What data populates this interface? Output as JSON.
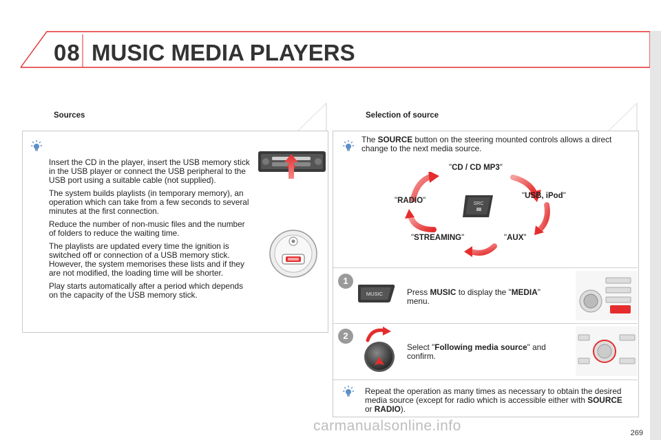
{
  "header": {
    "chapter_number": "08",
    "chapter_title": "MUSIC MEDIA PLAYERS"
  },
  "left_panel": {
    "heading": "Sources",
    "paragraphs": [
      "Insert the CD in the player, insert the USB memory stick in the USB player or connect the USB peripheral to the USB port using a suitable cable (not supplied).",
      "The system builds playlists (in temporary memory), an operation which can take from a few seconds to several minutes at the first connection.",
      "Reduce the number of non-music files and the number of folders to reduce the waiting time.",
      "The playlists are updated every time the ignition is switched off or connection of a USB memory stick. However, the system memorises these lists and if they are not modified, the loading time will be shorter.",
      "Play starts automatically after a period which depends on the capacity of the USB memory stick."
    ]
  },
  "right_panel": {
    "heading": "Selection of source",
    "intro": {
      "pre": "The ",
      "bold": "SOURCE",
      "post": " button on the steering mounted controls allows a direct change to the next media source."
    },
    "cycle": {
      "cd": "CD / CD MP3",
      "usb": "USB, iPod",
      "aux": "AUX",
      "streaming": "STREAMING",
      "radio": "RADIO",
      "button_label": "SRC"
    },
    "step1": {
      "number": "1",
      "button_label": "MUSIC",
      "pre": "Press ",
      "bold1": "MUSIC",
      "mid": " to display the \"",
      "bold2": "MEDIA",
      "post": "\" menu."
    },
    "step2": {
      "number": "2",
      "pre": "Select \"",
      "bold": "Following media source",
      "post": "\" and confirm."
    },
    "footer_note": {
      "pre": "Repeat the operation as many times as necessary to obtain the desired media source (except for radio which is accessible either with ",
      "bold1": "SOURCE",
      "mid": " or ",
      "bold2": "RADIO",
      "post": ")."
    }
  },
  "page_number": "269",
  "watermark": "carmanualsonline.info",
  "colors": {
    "accent_red": "#e52d2d",
    "bulb_blue": "#5b8fc7",
    "header_text": "#333333"
  }
}
